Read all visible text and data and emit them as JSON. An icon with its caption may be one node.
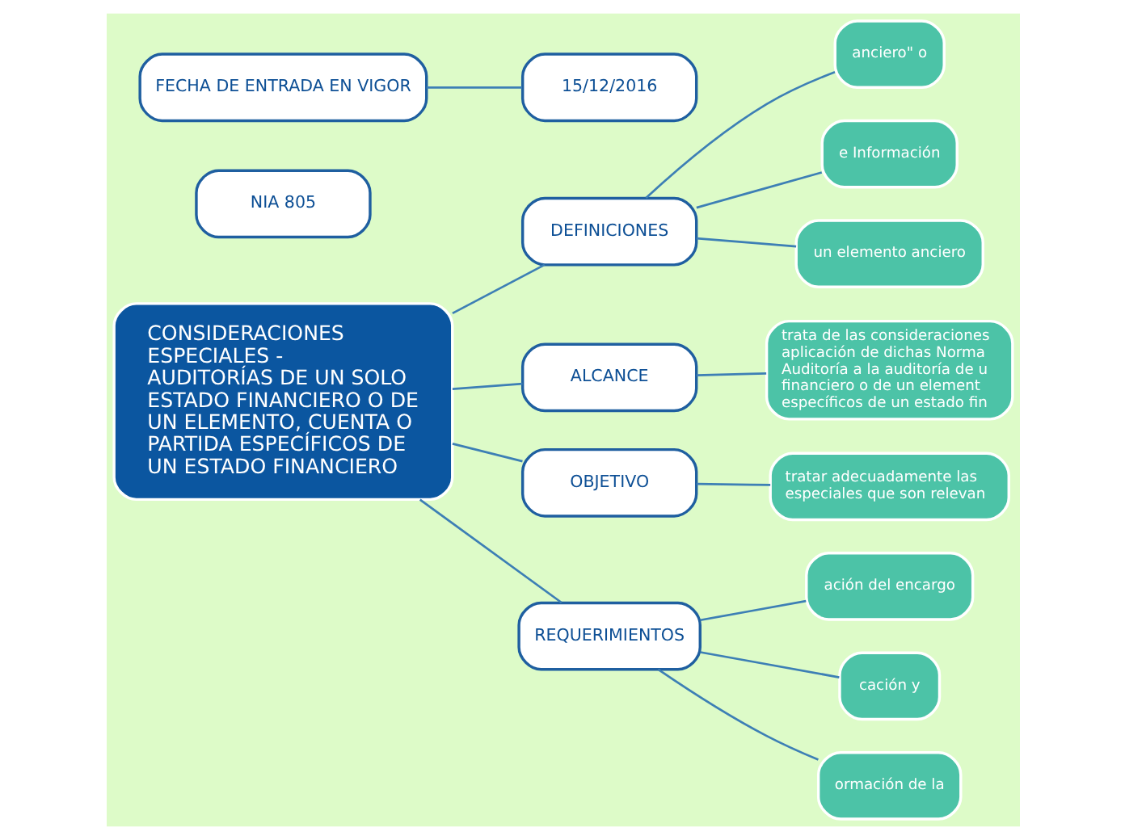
{
  "diagram": {
    "nodes": [
      {
        "text": [
          "CONSIDERACIONES ESPECIALES - AUDITORÍAS DE UN SOLO ESTADO FINANCIERO O DE UN ELEMENTO, CUENTA O PARTIDA ESPECÍFICOS DE UN ESTADO FINANCIERO"
        ]
      },
      {
        "text": [
          "NIA 805"
        ]
      },
      {
        "text": [
          "FECHA DE ENTRADA EN VIGOR"
        ]
      },
      {
        "text": [
          "15/12/2016"
        ]
      },
      {
        "text": [
          "DEFINICIONES"
        ]
      },
      {
        "text": [
          "anciero\" o"
        ]
      },
      {
        "text": [
          "e Información"
        ]
      },
      {
        "text": [
          "un elemento anciero"
        ]
      },
      {
        "text": [
          "ALCANCE"
        ]
      },
      {
        "text": [
          "trata de las consideraciones aplicación de dichas Norma Auditoría a la auditoría de u financiero o de un element específicos de un estado fin"
        ]
      },
      {
        "text": [
          "OBJETIVO"
        ]
      },
      {
        "text": [
          "tratar adecuadamente las especiales que son relevan"
        ]
      },
      {
        "text": [
          "REQUERIMIENTOS"
        ]
      },
      {
        "text": [
          "ación del encargo"
        ]
      },
      {
        "text": [
          "cación y"
        ]
      },
      {
        "text": [
          "ormación de la"
        ]
      }
    ],
    "edges": [
      {
        "from": 0,
        "to": 4,
        "arrow": "none"
      },
      {
        "from": 4,
        "to": 5,
        "arrow": "none"
      },
      {
        "from": 4,
        "to": 6,
        "arrow": "none"
      },
      {
        "from": 4,
        "to": 7,
        "arrow": "none"
      },
      {
        "from": 2,
        "to": 3,
        "arrow": "none"
      },
      {
        "from": 0,
        "to": 8,
        "arrow": "none"
      },
      {
        "from": 8,
        "to": 9,
        "arrow": "none"
      },
      {
        "from": 0,
        "to": 10,
        "arrow": "none"
      },
      {
        "from": 10,
        "to": 11,
        "arrow": "none"
      },
      {
        "from": 0,
        "to": 12,
        "arrow": "none"
      },
      {
        "from": 12,
        "to": 13,
        "arrow": "none"
      },
      {
        "from": 12,
        "to": 14,
        "arrow": "none"
      },
      {
        "from": 12,
        "to": 15,
        "arrow": "none"
      }
    ]
  }
}
